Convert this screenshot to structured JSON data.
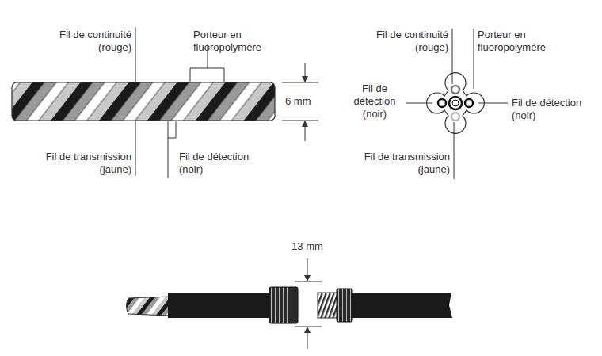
{
  "diagram": {
    "labels": [
      "Fil de continuité (rouge)",
      "Porteur en fluoropolymère",
      "6 mm",
      "Fil de transmission (jaune)",
      "Fil de détection (noir)",
      "Fil de continuité (rouge)",
      "Porteur en fluoropolymère",
      "Fil de détection (noir)",
      "Fil de détection (noir)",
      "Fil de transmission (jaune)",
      "13 mm"
    ]
  }
}
